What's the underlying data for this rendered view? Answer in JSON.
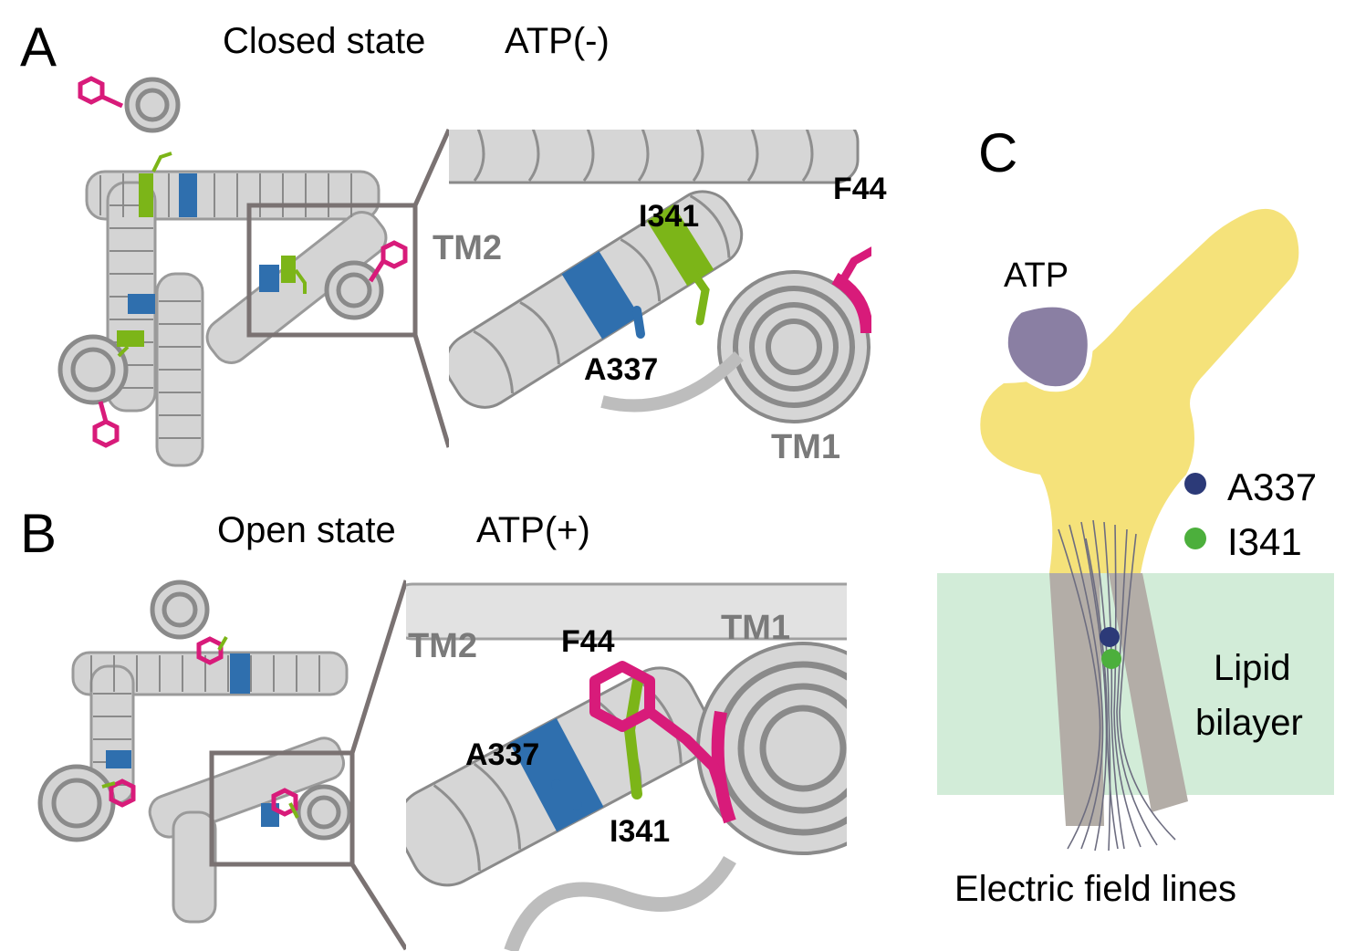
{
  "panels": {
    "a": {
      "letter": "A",
      "title": "Closed state",
      "atp": "ATP(-)",
      "labels": {
        "tm2": "TM2",
        "tm1": "TM1",
        "i341": "I341",
        "f44": "F44",
        "a337": "A337"
      }
    },
    "b": {
      "letter": "B",
      "title": "Open state",
      "atp": "ATP(+)",
      "labels": {
        "tm2": "TM2",
        "tm1": "TM1",
        "f44": "F44",
        "a337": "A337",
        "i341": "I341"
      }
    },
    "c": {
      "letter": "C",
      "atp": "ATP",
      "legend": [
        {
          "label": "A337",
          "color": "#2c3a78"
        },
        {
          "label": "I341",
          "color": "#4caf3c"
        }
      ],
      "membrane": [
        "Lipid",
        "bilayer"
      ],
      "caption": "Electric field lines"
    }
  },
  "colors": {
    "helix": "#c7c7c7",
    "helix_dark": "#8a8a8a",
    "f44": "#d81b7a",
    "i341": "#7cb518",
    "a337": "#2f6fae",
    "inset_frame": "#7a7272",
    "tm_label": "#7a7a7a",
    "protein_body": "#f5e27a",
    "atp_blob": "#8a7fa3",
    "membrane": "#d2ecd8",
    "tm_segment": "#b3ada7",
    "field_line": "#6d6d80"
  }
}
